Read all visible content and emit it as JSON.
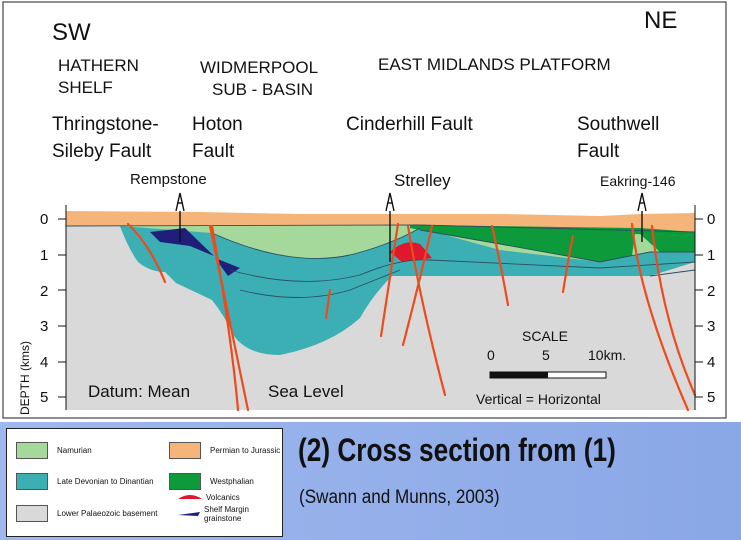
{
  "diagram": {
    "orientation": {
      "left": "SW",
      "right": "NE"
    },
    "regions": {
      "hathern_1": "HATHERN",
      "hathern_2": "SHELF",
      "widmerpool_1": "WIDMERPOOL",
      "widmerpool_2": "SUB - BASIN",
      "platform": "EAST MIDLANDS PLATFORM"
    },
    "faults": {
      "thringstone_1": "Thringstone-",
      "thringstone_2": "Sileby Fault",
      "hoton_1": "Hoton",
      "hoton_2": "Fault",
      "cinderhill": "Cinderhill Fault",
      "southwell_1": "Southwell",
      "southwell_2": "Fault"
    },
    "wells": [
      "Rempstone",
      "Strelley",
      "Eakring-146"
    ],
    "depth_axis": {
      "label": "DEPTH (kms)",
      "ticks": [
        "0",
        "1",
        "2",
        "3",
        "4",
        "5"
      ]
    },
    "datum": {
      "left": "Datum: Mean",
      "right": "Sea Level"
    },
    "scale": {
      "title": "SCALE",
      "ticks": [
        "0",
        "5",
        "10km."
      ],
      "note": "Vertical = Horizontal"
    },
    "colors": {
      "namurian": "#a5d99b",
      "devonian": "#3cafb5",
      "basement": "#d9d9d9",
      "permian": "#f5b57a",
      "westphalian": "#0c9a3a",
      "volcanics": "#e0182d",
      "grainstone": "#1f1f7a",
      "fault": "#ee4a1c"
    }
  },
  "legend": [
    {
      "key": "namurian",
      "label": "Namurian"
    },
    {
      "key": "permian",
      "label": "Permian to Jurassic"
    },
    {
      "key": "devonian",
      "label": "Late Devonian to Dinantian"
    },
    {
      "key": "westphalian",
      "label": "Westphalian"
    },
    {
      "key": "volcanics",
      "label": "Volcanics"
    },
    {
      "key": "basement",
      "label": "Lower Palaeozoic basement"
    },
    {
      "key": "grainstone",
      "label": "Shelf Margin grainstone"
    }
  ],
  "caption": {
    "title": "(2) Cross section from (1)",
    "citation": "(Swann and Munns, 2003)"
  }
}
